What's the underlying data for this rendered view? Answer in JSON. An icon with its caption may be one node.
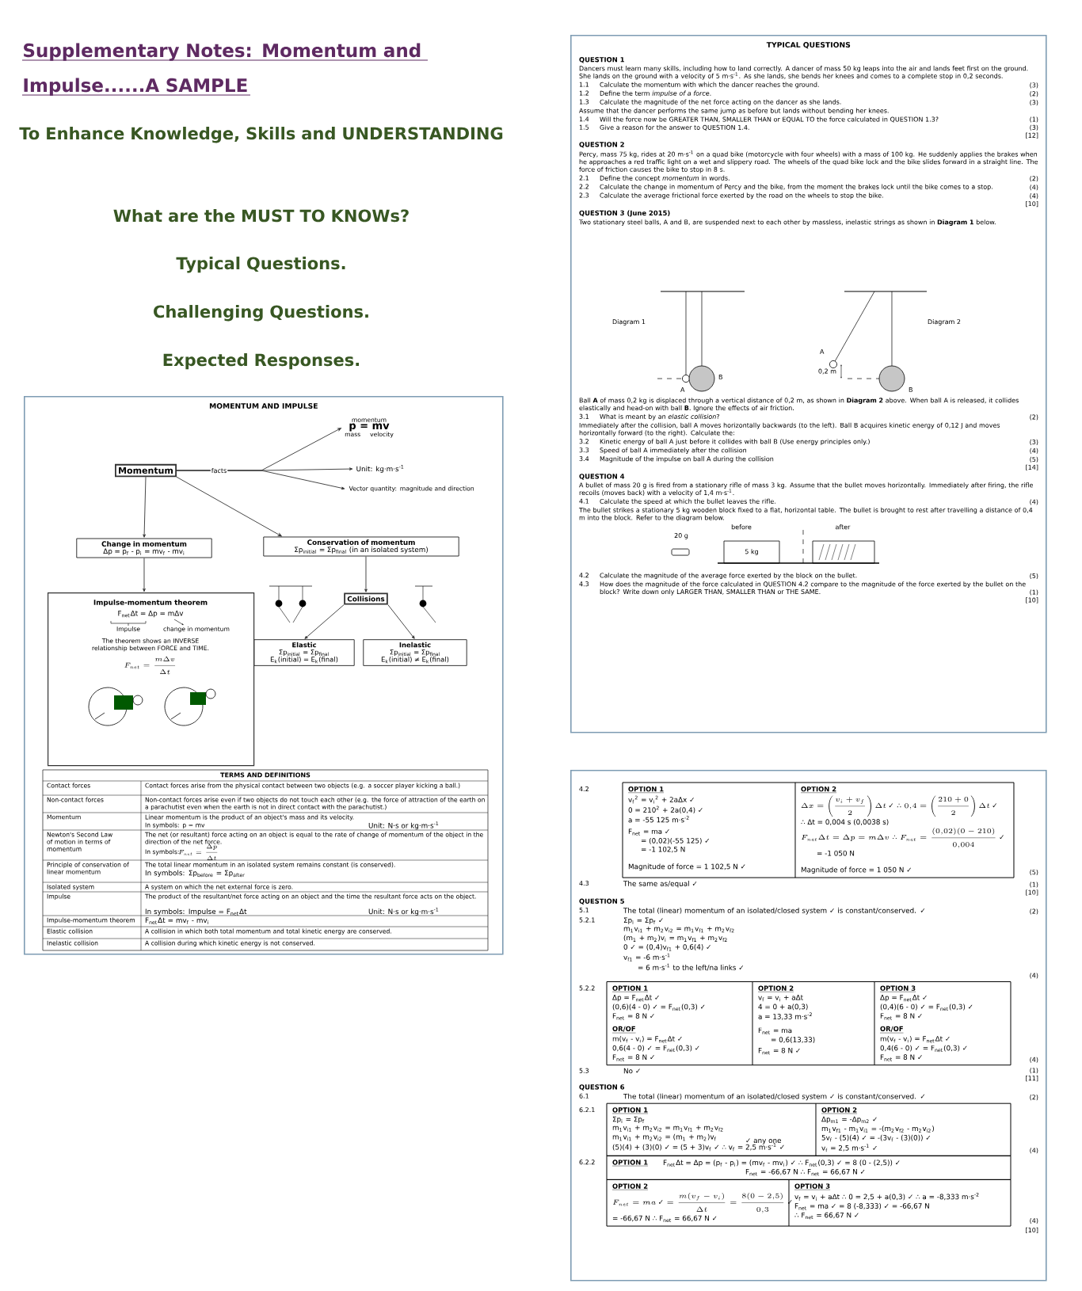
{
  "diagram": {
    "title": "Supplementary Notes: Momentum and Impulse......A SAMPLE",
    "nodes": [
      {
        "text": [
          "MOMENTUM AND IMPULSE"
        ]
      },
      {
        "text": [
          "Momentum"
        ],
        "in": 0
      },
      {
        "text": [
          "momentum",
          "p = mv",
          "mass",
          "velocity"
        ],
        "in": 0
      },
      {
        "text": [
          "Unit: kg·m·s$^{-1}$"
        ],
        "in": 0
      },
      {
        "text": [
          "Vector quantity: magnitude and direction"
        ],
        "in": 0
      },
      {
        "text": [
          "Change in momentum",
          "Δp = p$_{f}$ - p$_{i}$ = mv$_{f}$ - mv$_{i}$"
        ],
        "in": 0
      },
      {
        "text": [
          "Conservation of momentum",
          "Σp$_{initial}$ = Σp$_{final}$ (in an isolated system)"
        ],
        "in": 0
      },
      {
        "text": [
          "Collisions"
        ],
        "in": 0
      },
      {
        "text": [
          "Elastic",
          "Σp$_{initial}$ = Σp$_{final}$",
          "E$_{k}$(initial) = E$_{k}$(final)"
        ],
        "in": 0
      },
      {
        "text": [
          "Inelastic",
          "Σp$_{initial}$ = Σp$_{final}$",
          "E$_{k}$(initial) ≠ E$_{k}$(final)"
        ],
        "in": 0
      },
      {
        "text": [
          "Impulse-momentum theorem",
          "F$_{net}$Δt = Δp = mΔv",
          "Impulse",
          "change in momentum",
          "The theorem shows an INVERSE relationship between FORCE and TIME.",
          "F_{net} = \\frac{m\\Delta v}{\\Delta t}"
        ],
        "in": 0
      },
      {
        "text": [
          "TYPICAL QUESTIONS"
        ]
      },
      {
        "text": [],
        "shape": "box"
      }
    ],
    "edges": [
      {
        "from": 1,
        "to": 2,
        "arrow": "to",
        "label": "facts"
      },
      {
        "from": 1,
        "to": 3,
        "arrow": "to"
      },
      {
        "from": 1,
        "to": 4,
        "arrow": "to"
      },
      {
        "from": 1,
        "to": 5,
        "arrow": "to"
      },
      {
        "from": 1,
        "to": 6,
        "arrow": "to"
      },
      {
        "from": 5,
        "to": 10,
        "arrow": "to"
      },
      {
        "from": 6,
        "to": 7,
        "arrow": "to"
      },
      {
        "from": 7,
        "to": 8,
        "arrow": "to"
      },
      {
        "from": 7,
        "to": 9,
        "arrow": "to"
      }
    ],
    "labels": [
      "To Enhance Knowledge, Skills and UNDERSTANDING",
      "What are the MUST TO KNOWs?",
      "Typical Questions.",
      "Challenging Questions.",
      "Expected Responses.",
      "TERMS AND DEFINITIONS",
      "Contact forces",
      "Contact forces arise from the physical contact between two objects (e.g. a soccer player kicking a ball.)",
      "Non-contact forces",
      "Non-contact forces arise even if two objects do not touch each other (e.g. the force of attraction of the earth on a parachutist even when the earth is not in direct contact with the parachutist.)",
      "Momentum",
      "Linear momentum is the product of an object's mass and its velocity.",
      "In symbols: p = mv",
      "Unit: N·s or kg·m·s$^{-1}$",
      "Newton's Second Law of motion in terms of momentum",
      "The net (or resultant) force acting on an object is equal to the rate of change of momentum of the object in the direction of the net force.",
      "In symbols:",
      "F_{net} = \\frac{\\Delta p}{\\Delta t}",
      "Principle of conservation of linear momentum",
      "The total linear momentum in an isolated system remains constant (is conserved).",
      "In symbols: Σp$_{before}$ = Σp$_{after}$",
      "Isolated system",
      "A system on which the net external force is zero.",
      "Impulse",
      "The product of the resultant/net force acting on an object and the time the resultant force acts on the object.",
      "In symbols: Impulse = F$_{net}$Δt",
      "Unit: N·s or kg·m·s$^{-1}$",
      "Impulse-momentum theorem",
      "F$_{net}$Δt = mv$_{f}$ - mv$_{i}$",
      "Elastic collision",
      "A collision in which both total momentum and total kinetic energy are conserved.",
      "Inelastic collision",
      "A collision during which kinetic energy is not conserved.",
      "QUESTION 1",
      "Dancers must learn many skills, including how to land correctly. A dancer of mass 50 kg leaps into the air and lands feet first on the ground. She lands on the ground with a velocity of 5 m·s$^{-1}$. As she lands, she bends her knees and comes to a complete stop in 0,2 seconds.",
      "1.1",
      "Calculate the momentum with which the dancer reaches the ground.",
      "(3)",
      "1.2",
      "Define the term *impulse of a force*.",
      "(2)",
      "1.3",
      "Calculate the magnitude of the net force acting on the dancer as she lands.",
      "(3)",
      "Assume that the dancer performs the same jump as before but lands without bending her knees.",
      "1.4",
      "Will the force now be GREATER THAN, SMALLER THAN or EQUAL TO the force calculated in QUESTION 1.3?",
      "(1)",
      "1.5",
      "Give a reason for the answer to QUESTION 1.4.",
      "(3)",
      "[12]",
      "QUESTION 2",
      "Percy, mass 75 kg, rides at 20 m·s$^{-1}$ on a quad bike (motorcycle with four wheels) with a mass of 100 kg. He suddenly applies the brakes when he approaches a red traffic light on a wet and slippery road. The wheels of the quad bike lock and the bike slides forward in a straight line. The force of friction causes the bike to stop in 8 s.",
      "2.1",
      "Define the concept *momentum* in words.",
      "(2)",
      "2.2",
      "Calculate the change in momentum of Percy and the bike, from the moment the brakes lock until the bike comes to a stop.",
      "(4)",
      "2.3",
      "Calculate the average frictional force exerted by the road on the wheels to stop the bike.",
      "(4)",
      "[10]",
      "QUESTION 3 (June 2015)",
      "Two stationary steel balls, A and B, are suspended next to each other by massless, inelastic strings as shown in **Diagram 1** below.",
      "Diagram 1",
      "A",
      "B",
      "Diagram 2",
      "A",
      "0,2 m",
      "B",
      "Ball **A** of mass 0,2 kg is displaced through a vertical distance of 0,2 m, as shown in **Diagram 2** above. When ball A is released, it collides elastically and head-on with ball **B**. Ignore the effects of air friction.",
      "3.1",
      "What is meant by an *elastic collision*?",
      "(2)",
      "Immediately after the collision, ball A moves horizontally backwards (to the left). Ball B acquires kinetic energy of 0,12 J and moves horizontally forward (to the right). Calculate the:",
      "3.2",
      "Kinetic energy of ball A just before it collides with ball B (Use energy principles only.)",
      "(3)",
      "3.3",
      "Speed of ball A immediately after the collision",
      "(4)",
      "3.4",
      "Magnitude of the impulse on ball A during the collision",
      "(5)",
      "[14]",
      "QUESTION 4",
      "A bullet of mass 20 g is fired from a stationary rifle of mass 3 kg. Assume that the bullet moves horizontally. Immediately after firing, the rifle recoils (moves back) with a velocity of 1,4 m·s$^{-1}$.",
      "4.1",
      "Calculate the speed at which the bullet leaves the rifle.",
      "(4)",
      "The bullet strikes a stationary 5 kg wooden block fixed to a flat, horizontal table. The bullet is brought to rest after travelling a distance of 0,4 m into the block. Refer to the diagram below.",
      "before",
      "after",
      "20 g",
      "5 kg",
      "4.2",
      "Calculate the magnitude of the average force exerted by the block on the bullet.",
      "(5)",
      "4.3",
      "How does the magnitude of the force calculated in QUESTION 4.2 compare to the magnitude of the force exerted by the bullet on the block? Write down only LARGER THAN, SMALLER THAN or THE SAME.",
      "(1)",
      "[10]",
      "4.2",
      "OPTION 1",
      "v$_{f}$$^{2}$ = v$_{i}$$^{2}$ + 2aΔx ✓",
      "0 = 210$^{2}$ + 2a(0,4) ✓",
      "a = -55 125 m·s$^{-2}$",
      "F$_{net}$ = ma ✓",
      "= (0,02)(-55 125) ✓",
      "= -1 102,5 N",
      "Magnitude of force = 1 102,5 N ✓",
      "OPTION 2",
      "\\Delta x = \\left(\\frac{v_i + v_f}{2}\\right)\\Delta t\\,\\text{✓}\\;\\text{∴}\\; 0{,}4 = \\left(\\frac{210 + 0}{2}\\right)\\Delta t\\,\\text{✓}",
      "∴ Δt = 0,004 s (0,0038 s)",
      "F_{net}\\Delta t = \\Delta p = m\\Delta v\\;\\text{∴}\\; F_{net} = \\frac{(0{,}02)(0 - 210)}{0{,}004}\\,\\text{✓}",
      "= -1 050 N",
      "Magnitude of force = 1 050 N ✓",
      "(5)",
      "4.3",
      "The same as/equal ✓",
      "(1)",
      "[10]",
      "QUESTION 5",
      "5.1",
      "The total (linear) momentum of an isolated/closed system ✓ is constant/conserved. ✓",
      "(2)",
      "5.2.1",
      "Σp$_{i}$ = Σp$_{f}$ ✓",
      "m$_{1}$v$_{i1}$ + m$_{2}$v$_{i2}$ = m$_{1}$v$_{f1}$ + m$_{2}$v$_{f2}$",
      "(m$_{1}$ + m$_{2}$)v$_{i}$ = m$_{1}$v$_{f1}$ + m$_{2}$v$_{f2}$",
      "0 ✓ = (0,4)v$_{f1}$ + 0,6(4) ✓",
      "v$_{f1}$ = -6 m·s$^{-1}$",
      "= 6 m·s$^{-1}$ to the left/na links ✓",
      "(4)",
      "5.2.2",
      "OPTION 1",
      "Δp = F$_{net}$Δt ✓",
      "(0,6)(4 - 0) ✓ = F$_{net}$(0,3) ✓",
      "F$_{net}$ = 8 N ✓",
      "OR/OF",
      "m(v$_{f}$ - v$_{i}$) = F$_{net}$Δt ✓",
      "0,6(4 - 0) ✓ = F$_{net}$(0,3) ✓",
      "F$_{net}$ = 8 N ✓",
      "OPTION 2",
      "v$_{f}$ = v$_{i}$ + aΔt",
      "4 = 0 + a(0,3)",
      "a = 13,33 m·s$^{-2}$",
      "F$_{net}$ = ma",
      "= 0,6(13,33)",
      "F$_{net}$ = 8 N ✓",
      "OPTION 3",
      "Δp = F$_{net}$Δt ✓",
      "(0,4)(6 - 0) ✓ = F$_{net}$(0,3) ✓",
      "F$_{net}$ = 8 N ✓",
      "OR/OF",
      "m(v$_{f}$ - v$_{i}$) = F$_{net}$Δt ✓",
      "0,4(6 - 0) ✓ = F$_{net}$(0,3) ✓",
      "F$_{net}$ = 8 N ✓",
      "(4)",
      "5.3",
      "No ✓",
      "(1)",
      "[11]",
      "QUESTION 6",
      "6.1",
      "The total (linear) momentum of an isolated/closed system ✓ is constant/conserved. ✓",
      "(2)",
      "6.2.1",
      "OPTION 1",
      "Σp$_{i}$ = Σp$_{f}$",
      "m$_{1}$v$_{i1}$ + m$_{2}$v$_{i2}$ = m$_{1}$v$_{f1}$ + m$_{2}$v$_{f2}$",
      "m$_{1}$v$_{i1}$ + m$_{2}$v$_{i2}$ = (m$_{1}$ + m$_{2}$)v$_{f}$",
      "✓ any one",
      "(5)(4) + (3)(0) ✓ = (5 + 3)v$_{f}$ ✓ ∴ v$_{f}$ = 2,5 m·s$^{-1}$ ✓",
      "OPTION 2",
      "Δp$_{m1}$ = -Δp$_{m2}$ ✓",
      "m$_{1}$v$_{f1}$ - m$_{1}$v$_{i1}$ = -(m$_{2}$v$_{f2}$ - m$_{2}$v$_{i2}$)",
      "5v$_{f}$ - (5)(4) ✓ = -(3v$_{f}$ - (3)(0)) ✓",
      "v$_{f}$ = 2,5 m·s$^{-1}$ ✓",
      "(4)",
      "6.2.2",
      "OPTION 1",
      "F$_{net}$Δt = Δp = (p$_{f}$ - p$_{i}$) = (mv$_{f}$ - mv$_{i}$) ✓ ∴ F$_{net}$(0,3) ✓ = 8 (0 - (2,5)) ✓",
      "F$_{net}$ = -66,67 N ∴ F$_{net}$ = 66,67 N ✓",
      "OPTION 2",
      "F_{net} = ma\\,\\text{✓} = \\frac{m(v_f - v_i)}{\\Delta t} = \\frac{8(0 - 2{,}5)}{0{,}3}\\,\\text{✓}",
      "= -66,67 N ∴ F$_{net}$ = 66,67 N ✓",
      "OPTION 3",
      "v$_{f}$ = v$_{i}$ + aΔt ∴ 0 = 2,5 + a(0,3) ✓ ∴ a = -8,333 m·s$^{-2}$",
      "F$_{net}$ = ma ✓ = 8 (-8,333) ✓ = -66,67 N",
      "∴ F$_{net}$ = 66,67 N ✓",
      "(4)",
      "[10]"
    ]
  }
}
